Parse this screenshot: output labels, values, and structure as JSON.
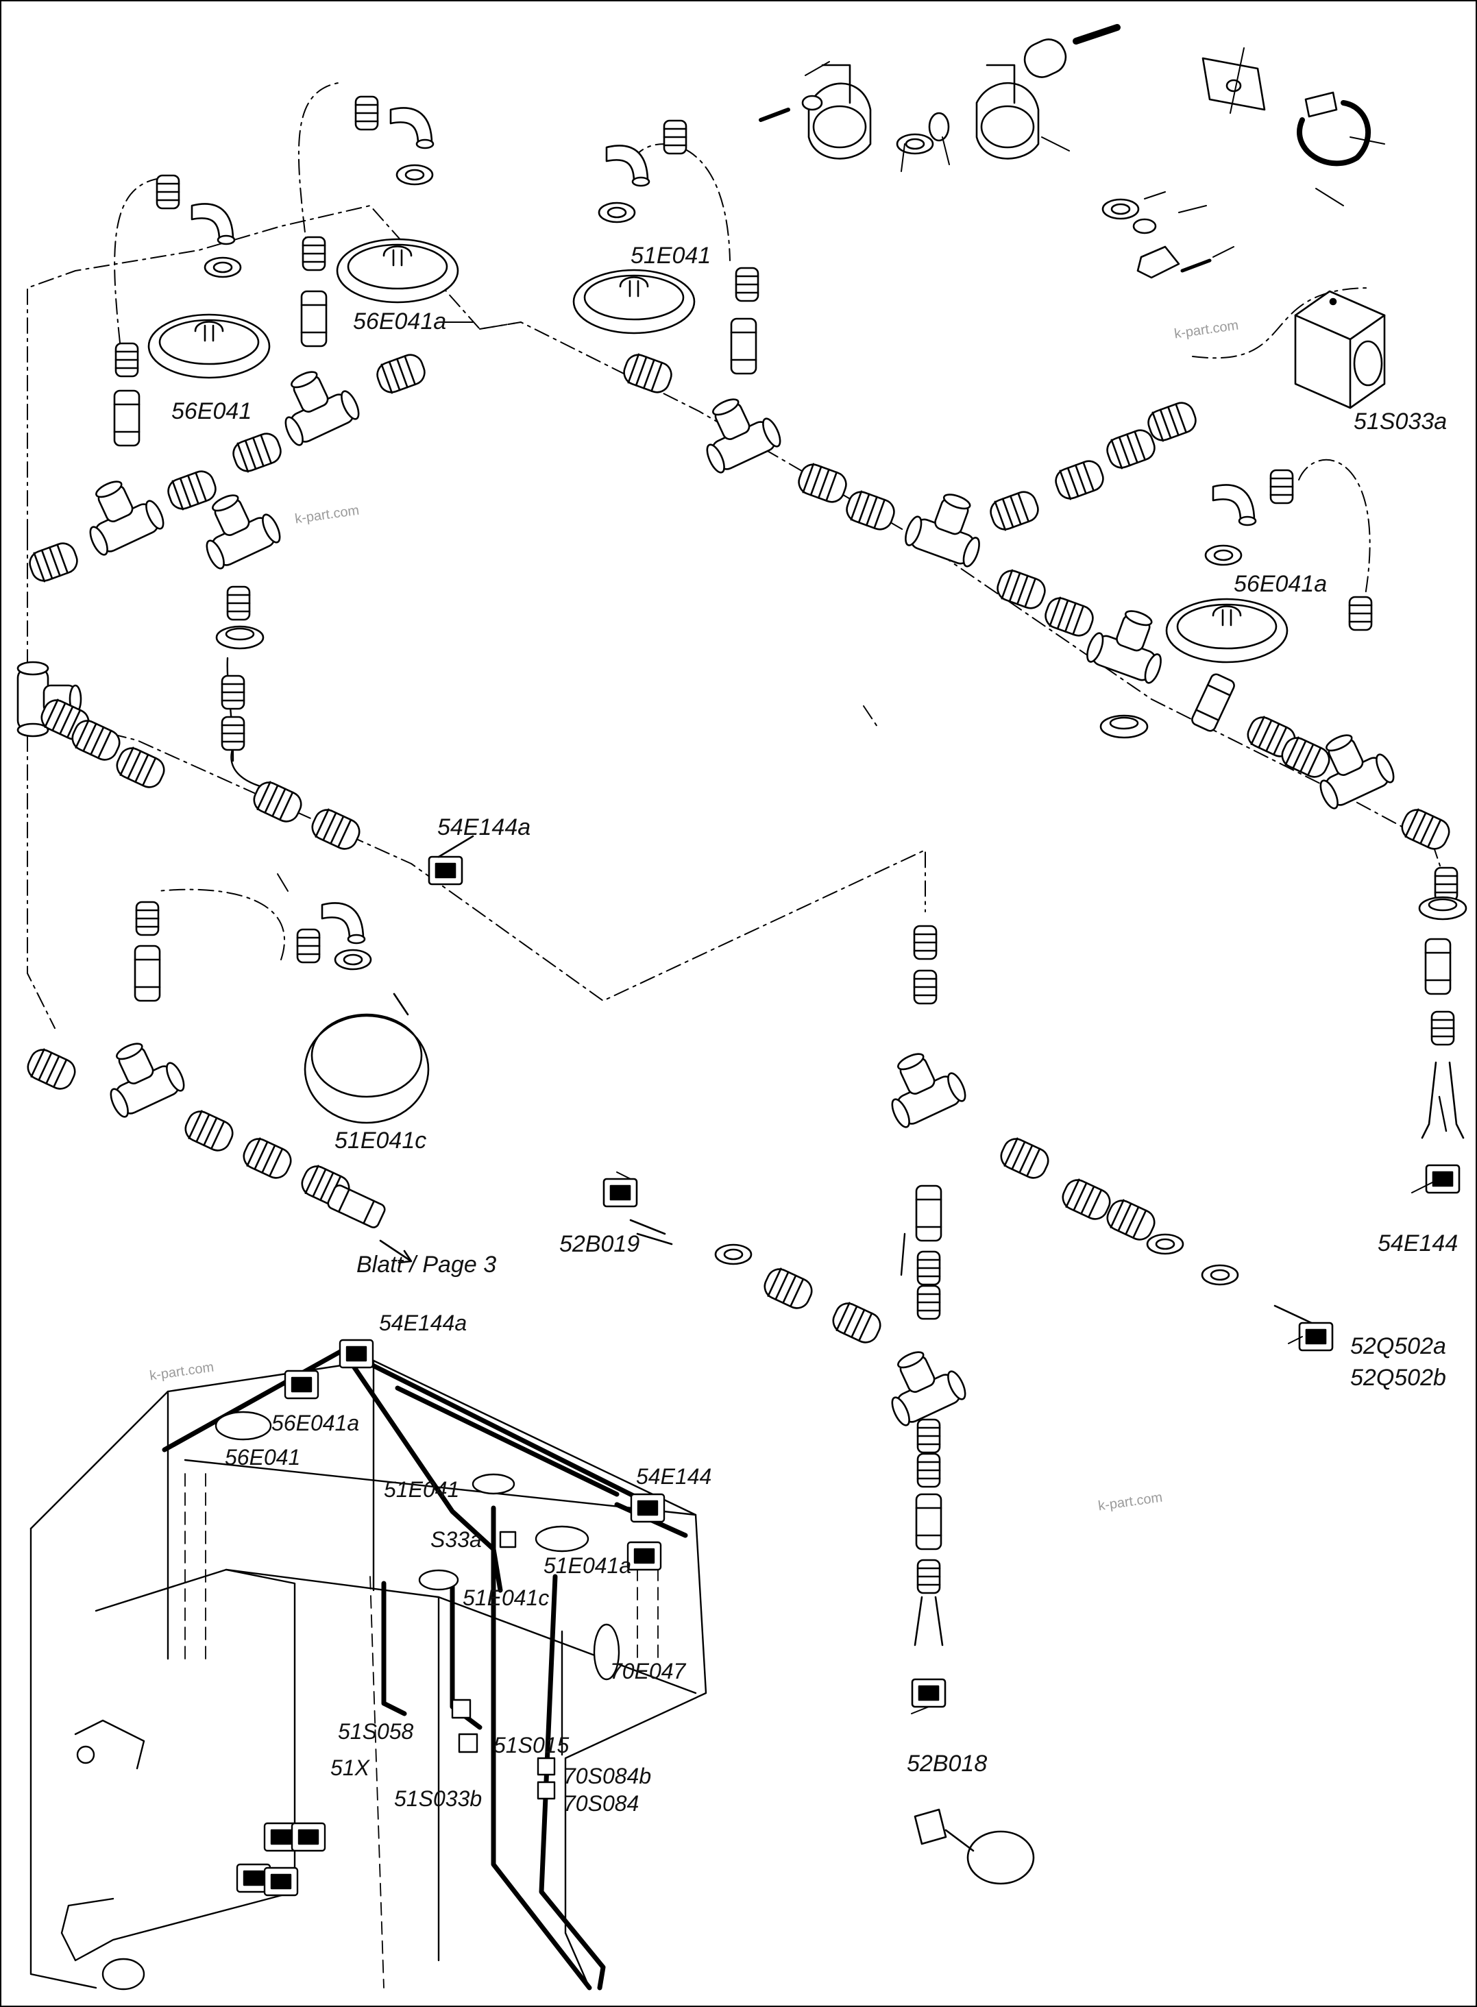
{
  "labels": {
    "l1": "56E041",
    "l2": "56E041a",
    "l3": "51E041",
    "l4": "51S033a",
    "l5": "56E041a",
    "l6": "54E144a",
    "l7": "51E041c",
    "l8": "Blatt / Page 3",
    "l9": "52B019",
    "l10": "54E144",
    "l11": "52Q502a",
    "l12": "52Q502b",
    "l13": "52B018",
    "h1": "54E144a",
    "h2": "56E041a",
    "h3": "56E041",
    "h4": "51E041",
    "h5": "54E144",
    "h6": "S33a",
    "h7": "51E041a",
    "h8": "51E041c",
    "h9": "70E047",
    "h10": "51S058",
    "h11": "51S015",
    "h12": "51X",
    "h13": "70S084b",
    "h14": "51S033b",
    "h15": "70S084"
  },
  "watermark": "k-part.com"
}
